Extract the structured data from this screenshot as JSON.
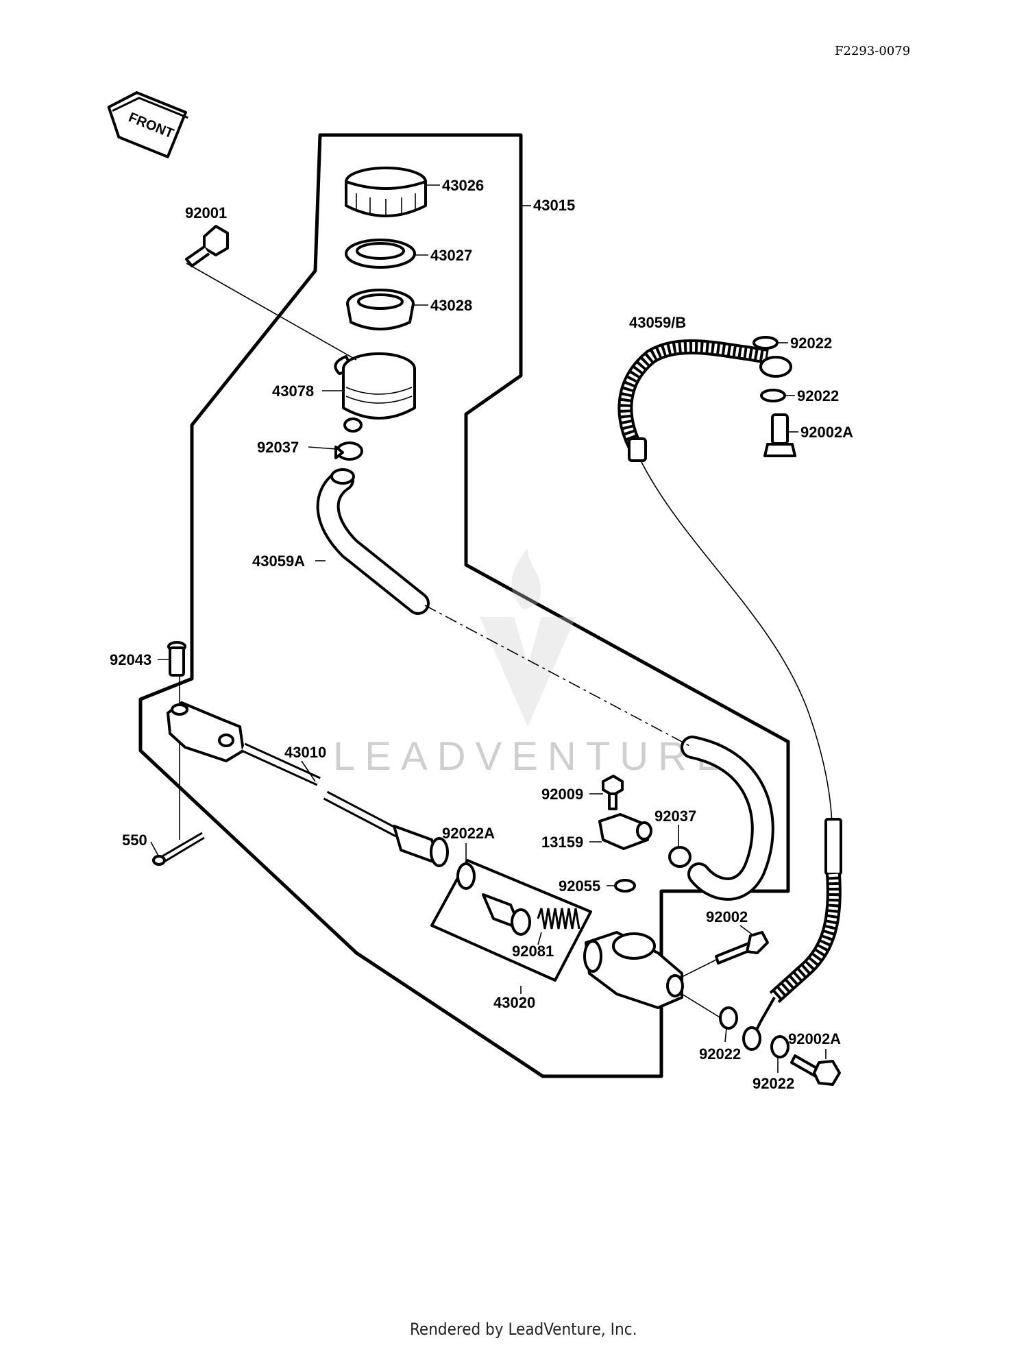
{
  "figure_code": "F2293-0079",
  "front_tag": "FRONT",
  "watermark": "LEADVENTURE",
  "footer": "Rendered by LeadVenture, Inc.",
  "labels": {
    "p43026": "43026",
    "p43015": "43015",
    "p92001": "92001",
    "p43027": "43027",
    "p43028": "43028",
    "p43059B": "43059/B",
    "p92022_a": "92022",
    "p92022_b": "92022",
    "p92002A_a": "92002A",
    "p43078": "43078",
    "p92037_a": "92037",
    "p43059A": "43059A",
    "p92043": "92043",
    "p43010": "43010",
    "p92009": "92009",
    "p92037_b": "92037",
    "p13159": "13159",
    "p550": "550",
    "p92022A": "92022A",
    "p92055": "92055",
    "p92002": "92002",
    "p92081": "92081",
    "p43020": "43020",
    "p92022_c": "92022",
    "p92002A_b": "92002A",
    "p92022_d": "92022"
  }
}
